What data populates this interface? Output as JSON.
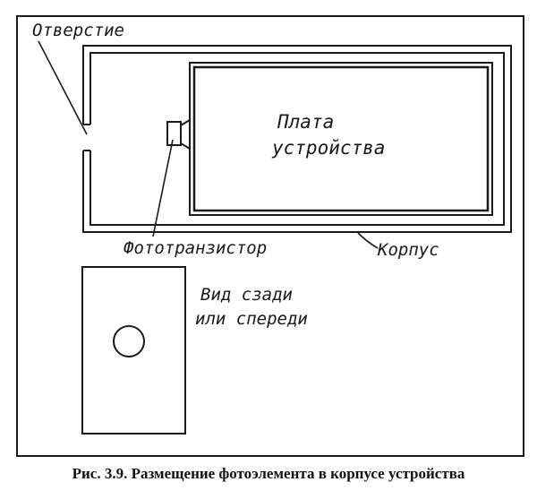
{
  "labels": {
    "opening": "Отверстие",
    "board_line1": "Плата",
    "board_line2": "устройства",
    "phototransistor": "Фототранзистор",
    "case": "Корпус",
    "view_line1": "Вид сзади",
    "view_line2": "или спереди"
  },
  "caption": "Рис. 3.9. Размещение фотоэлемента в корпусе устройства",
  "colors": {
    "ink": "#1a1a1a",
    "paper": "#ffffff"
  }
}
